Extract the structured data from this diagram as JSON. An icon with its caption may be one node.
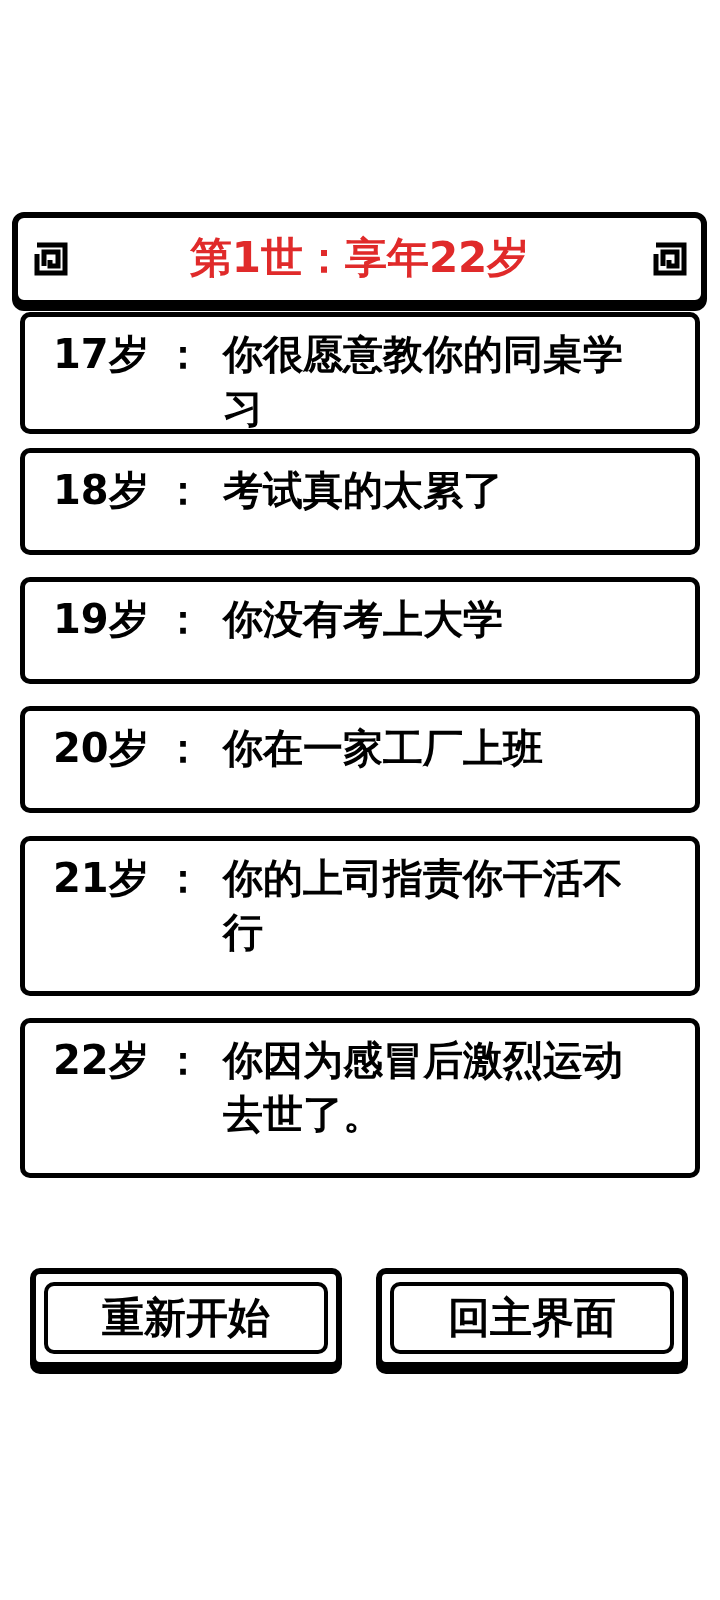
{
  "diagram": {
    "nodes": [
      {
        "text": [
          "第1世：享年22岁"
        ]
      },
      {
        "text": [
          "17岁 ：",
          "你很愿意教你的同桌学习"
        ]
      },
      {
        "text": [
          "18岁 ：",
          "考试真的太累了"
        ]
      },
      {
        "text": [
          "19岁 ：",
          "你没有考上大学"
        ]
      },
      {
        "text": [
          "20岁 ：",
          "你在一家工厂上班"
        ]
      },
      {
        "text": [
          "21岁 ：",
          "你的上司指责你干活不行"
        ]
      },
      {
        "text": [
          "22岁 ：",
          "你因为感冒后激烈运动去世了。"
        ]
      }
    ],
    "edges": [],
    "labels": [
      "重新开始",
      "回主界面"
    ]
  }
}
